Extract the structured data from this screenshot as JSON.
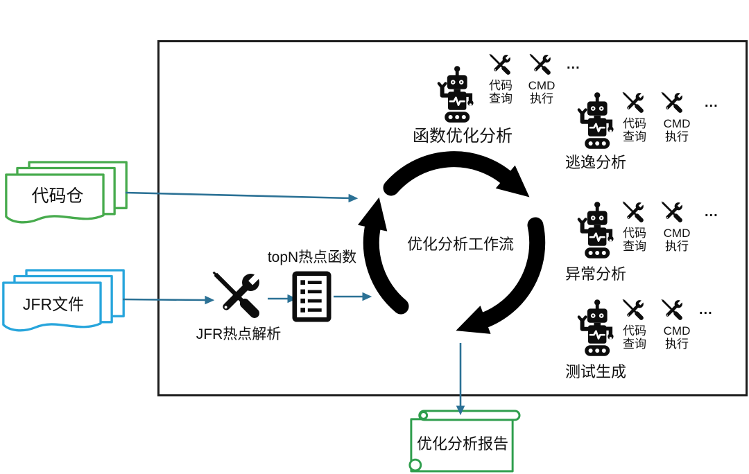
{
  "inputs": {
    "code_repo_label": "代码仓",
    "jfr_files_label": "JFR文件"
  },
  "pipeline": {
    "jfr_parse_label": "JFR热点解析",
    "topn_label": "topN热点函数"
  },
  "workflow": {
    "center_label": "优化分析工作流"
  },
  "agents": [
    {
      "label": "函数优化分析",
      "tool1": "代码\n查询",
      "tool2": "CMD\n执行",
      "more": "..."
    },
    {
      "label": "逃逸分析",
      "tool1": "代码\n查询",
      "tool2": "CMD\n执行",
      "more": "..."
    },
    {
      "label": "异常分析",
      "tool1": "代码\n查询",
      "tool2": "CMD\n执行",
      "more": "..."
    },
    {
      "label": "测试生成",
      "tool1": "代码\n查询",
      "tool2": "CMD\n执行",
      "more": "..."
    }
  ],
  "output": {
    "report_label": "优化分析报告"
  },
  "icons": {
    "robot": "agent-robot-icon",
    "tools": "crossed-screwdriver-wrench-icon",
    "list": "topn-list-icon",
    "docs": "document-stack-icon",
    "scroll": "report-scroll-icon"
  },
  "colors": {
    "arrow_blue": "#2b7195",
    "doc_green": "#47ab4d",
    "doc_blue": "#27a5dc",
    "scroll_green": "#2f9e4d",
    "ink": "#111111"
  }
}
